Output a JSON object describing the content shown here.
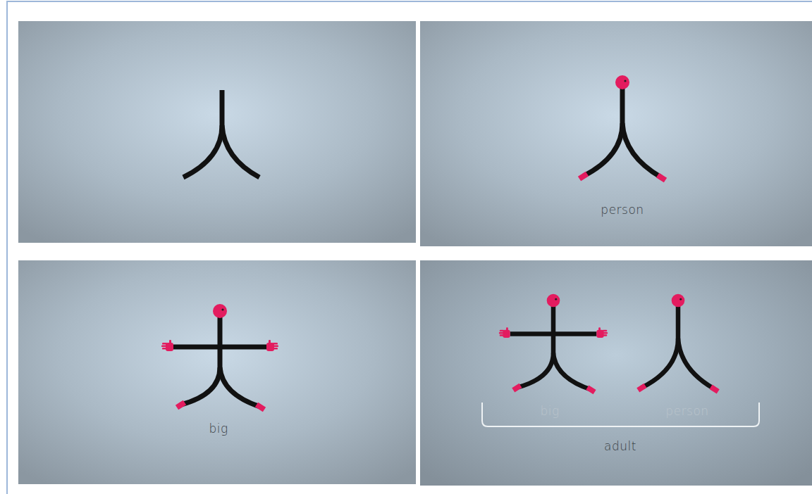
{
  "diagram": {
    "labels": [
      "person",
      "big",
      "big",
      "person",
      "adult"
    ]
  }
}
